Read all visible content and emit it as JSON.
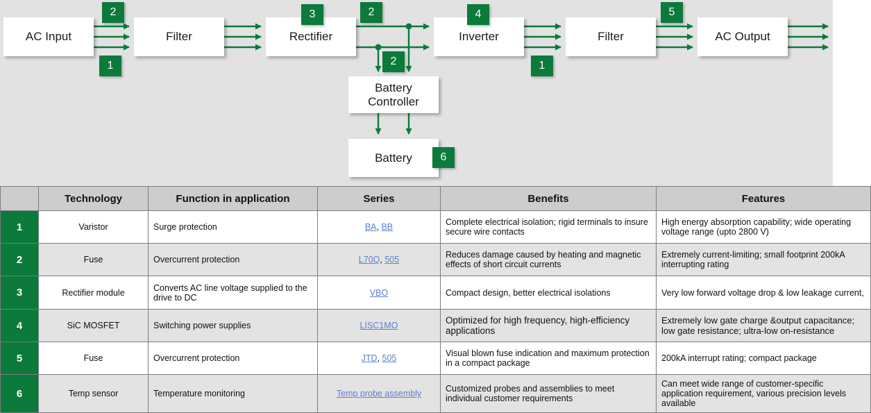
{
  "diagram": {
    "background_color": "#e2e2e2",
    "accent_color": "#0b7a3b",
    "nodes": [
      {
        "id": "ac-input",
        "label": "AC Input"
      },
      {
        "id": "filter-in",
        "label": "Filter"
      },
      {
        "id": "rectifier",
        "label": "Rectifier"
      },
      {
        "id": "inverter",
        "label": "Inverter"
      },
      {
        "id": "filter-out",
        "label": "Filter"
      },
      {
        "id": "ac-output",
        "label": "AC Output"
      },
      {
        "id": "battery-controller",
        "label": "Battery\nController"
      },
      {
        "id": "battery",
        "label": "Battery"
      }
    ],
    "node_labels": {
      "ac_input": "AC Input",
      "filter_in": "Filter",
      "rectifier": "Rectifier",
      "inverter": "Inverter",
      "filter_out": "Filter",
      "ac_output": "AC Output",
      "battery_controller_line1": "Battery",
      "battery_controller_line2": "Controller",
      "battery": "Battery"
    },
    "badges": [
      {
        "id": "badge-ac-filter-top",
        "value": "2"
      },
      {
        "id": "badge-ac-filter-bottom",
        "value": "1"
      },
      {
        "id": "badge-rectifier",
        "value": "3"
      },
      {
        "id": "badge-rectifier-out",
        "value": "2"
      },
      {
        "id": "badge-battery-controller",
        "value": "2"
      },
      {
        "id": "badge-inverter",
        "value": "4"
      },
      {
        "id": "badge-inverter-out",
        "value": "1"
      },
      {
        "id": "badge-filter-out",
        "value": "5"
      },
      {
        "id": "badge-battery",
        "value": "6"
      }
    ]
  },
  "table": {
    "headers": {
      "number": "",
      "technology": "Technology",
      "function": "Function in application",
      "series": "Series",
      "benefits": "Benefits",
      "features": "Features"
    },
    "rows": [
      {
        "number": "1",
        "technology": "Varistor",
        "function": "Surge protection",
        "series_links": [
          "BA",
          "BB"
        ],
        "series_separator": ", ",
        "benefits": "Complete electrical isolation; rigid terminals to insure secure wire contacts",
        "features": "High energy absorption capability; wide operating voltage range (upto 2800 V)"
      },
      {
        "number": "2",
        "technology": "Fuse",
        "function": "Overcurrent protection",
        "series_links": [
          "L70Q",
          "505"
        ],
        "series_separator": ", ",
        "benefits": "Reduces damage caused by heating and magnetic effects of short circuit currents",
        "features": "Extremely current-limiting; small footprint 200kA interrupting rating"
      },
      {
        "number": "3",
        "technology": "Rectifier module",
        "function": "Converts AC line voltage supplied to the drive to DC",
        "series_links": [
          "VBO"
        ],
        "series_separator": "",
        "benefits": "Compact design, better electrical isolations",
        "features": "Very low forward voltage drop & low leakage current,"
      },
      {
        "number": "4",
        "technology": "SiC MOSFET",
        "function": "Switching power supplies",
        "series_links": [
          "LISC1MO"
        ],
        "series_separator": "",
        "benefits": "Optimized for high frequency, high-efficiency applications",
        "features": "Extremely low gate charge &output capacitance; low gate resistance; ultra-low on-resistance"
      },
      {
        "number": "5",
        "technology": "Fuse",
        "function": "Overcurrent protection",
        "series_links": [
          "JTD",
          "505"
        ],
        "series_separator": ", ",
        "benefits": "Visual blown fuse indication and maximum protection in a compact package",
        "features": "200kA  interrupt rating; compact package"
      },
      {
        "number": "6",
        "technology": "Temp sensor",
        "function": "Temperature monitoring",
        "series_links": [
          "Temp probe assembly"
        ],
        "series_separator": "",
        "benefits": "Customized probes and assemblies to meet individual customer requirements",
        "features": "Can meet wide range of customer-specific application requirement, various precision levels available"
      }
    ],
    "link_color": "#5a7fd0",
    "header_bg": "#cdcdcd",
    "number_bg": "#0b7a3b"
  }
}
